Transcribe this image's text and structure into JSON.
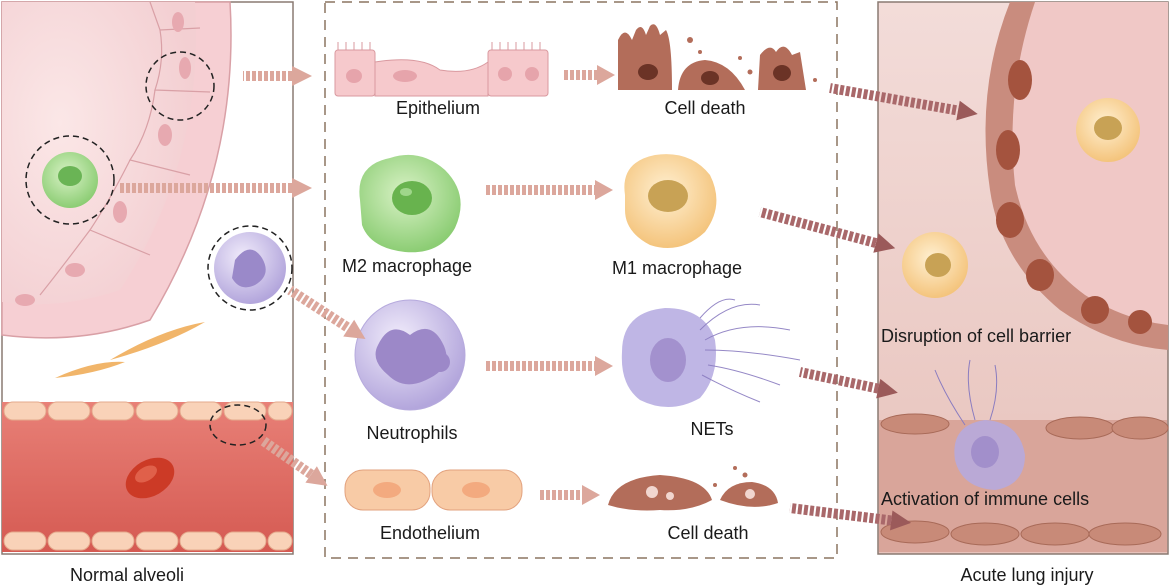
{
  "labels": {
    "epithelium": "Epithelium",
    "cell_death_top": "Cell death",
    "m2": "M2 macrophage",
    "m1": "M1 macrophage",
    "neutrophils": "Neutrophils",
    "nets": "NETs",
    "endothelium": "Endothelium",
    "cell_death_bottom": "Cell death",
    "disruption": "Disruption of cell barrier",
    "activation": "Activation of immune cells",
    "normal": "Normal alveoli",
    "acute": "Acute lung injury"
  },
  "colors": {
    "panel_border": "#8a7a72",
    "dashed_border": "#8c7560",
    "arrow_pink": "#dca79c",
    "arrow_dark": "#9b5a5a",
    "epithelium": "#f6c9cc",
    "m2_green": "#9fd68a",
    "m1_orange": "#f8cf8e",
    "neutrophil": "#b9aee0",
    "endothelium": "#f8cba6",
    "dead_cell": "#b36d5a",
    "vessel": "#d9645c",
    "rbc": "#cc3a26"
  }
}
